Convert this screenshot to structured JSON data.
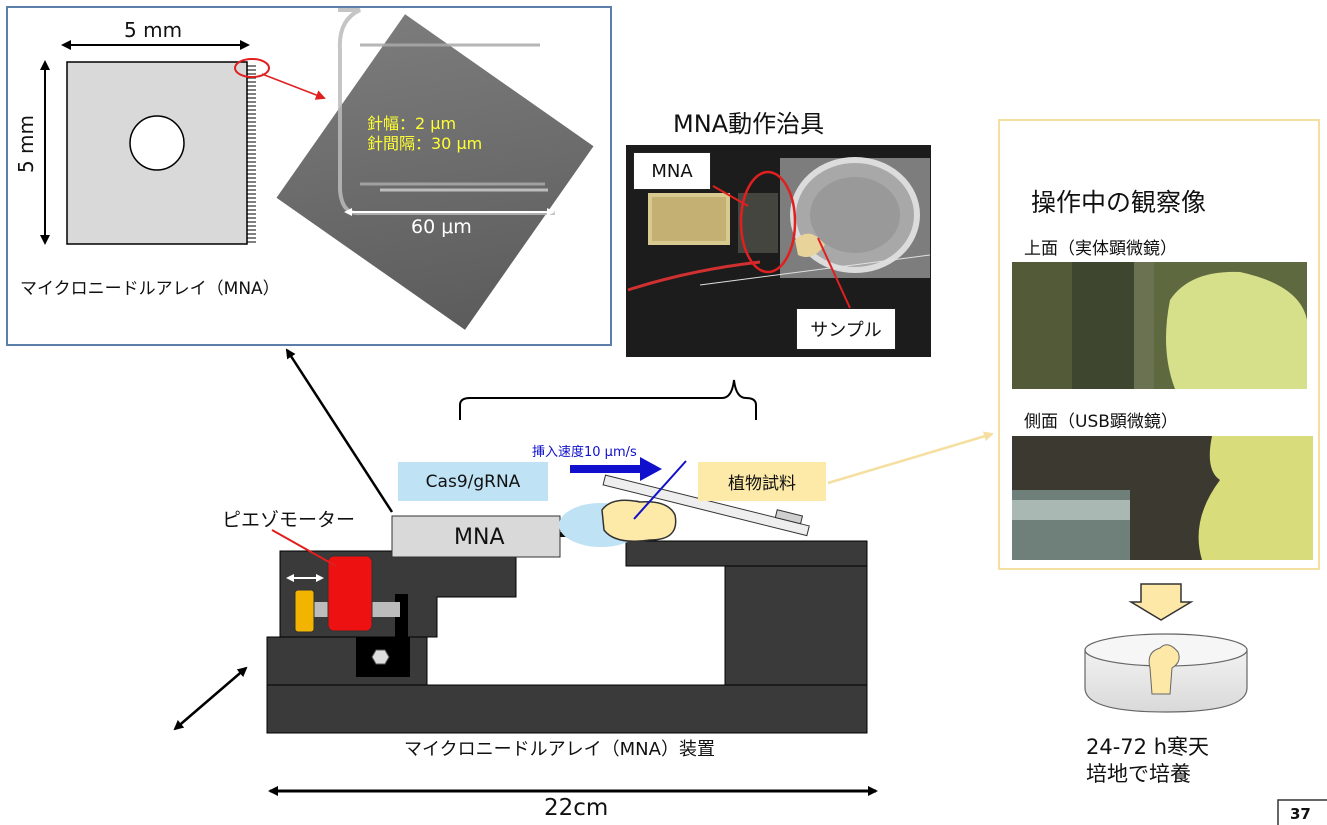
{
  "mna_chip": {
    "width_label": "5 mm",
    "height_label": "5 mm",
    "caption": "マイクロニードルアレイ（MNA）",
    "needle_width": "針幅：2 μm",
    "needle_spacing": "針間隔：30 μm",
    "needle_length": "60 μm"
  },
  "jig": {
    "title": "MNA動作治具",
    "mna_label": "MNA",
    "sample_label": "サンプル"
  },
  "observation": {
    "title": "操作中の観察像",
    "top_view_label": "上面（実体顕微鏡）",
    "side_view_label": "側面（USB顕微鏡）",
    "culture_text_1": "24-72 h寒天",
    "culture_text_2": "培地で培養"
  },
  "device": {
    "piezo_label": "ピエゾモーター",
    "mna_block_label": "MNA",
    "cas9_label": "Cas9/gRNA",
    "insert_speed": "挿入速度10 μm/s",
    "plant_label": "植物試料",
    "caption": "マイクロニードルアレイ（MNA）装置",
    "length_label": "22cm"
  },
  "page_number": "37",
  "colors": {
    "panel_border": "#5b7fa8",
    "obs_border": "#f5dfa0",
    "device_dark": "#3a3a3a",
    "cas9_fill": "#bfe3f5",
    "plant_fill": "#fdeaa8",
    "piezo_red": "#ee1111",
    "yellow_cap": "#f3b400",
    "speed_blue": "#1010cc",
    "needle_text": "#ffff33"
  }
}
